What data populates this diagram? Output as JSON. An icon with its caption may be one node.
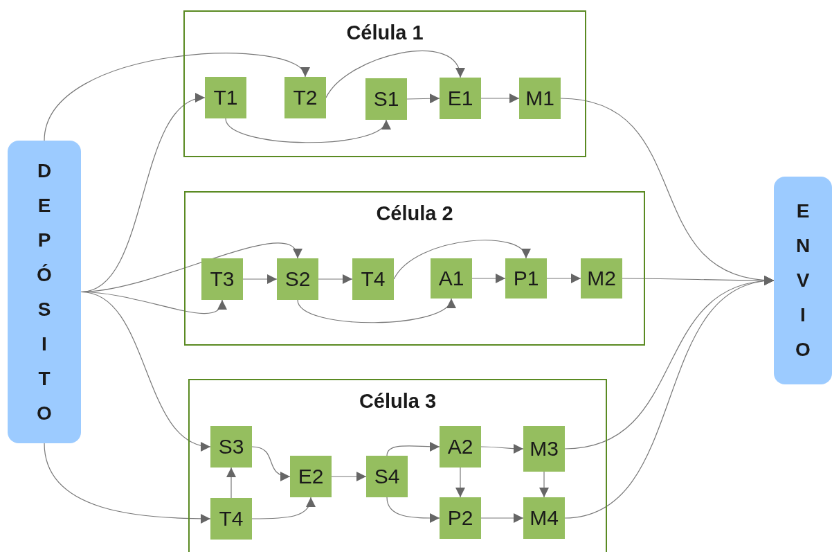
{
  "diagram": {
    "nodes": [
      {
        "text": [
          "DEPÓSITO"
        ]
      },
      {
        "text": [
          "Célula 1"
        ]
      },
      {
        "text": [
          "T1"
        ],
        "in": 1
      },
      {
        "text": [
          "T2"
        ],
        "in": 1
      },
      {
        "text": [
          "S1"
        ],
        "in": 1
      },
      {
        "text": [
          "E1"
        ],
        "in": 1
      },
      {
        "text": [
          "M1"
        ],
        "in": 1
      },
      {
        "text": [
          "Célula 2"
        ]
      },
      {
        "text": [
          "T3"
        ],
        "in": 7
      },
      {
        "text": [
          "S2"
        ],
        "in": 7
      },
      {
        "text": [
          "T4"
        ],
        "in": 7
      },
      {
        "text": [
          "A1"
        ],
        "in": 7
      },
      {
        "text": [
          "P1"
        ],
        "in": 7
      },
      {
        "text": [
          "M2"
        ],
        "in": 7
      },
      {
        "text": [
          "Célula 3"
        ]
      },
      {
        "text": [
          "S3"
        ],
        "in": 14
      },
      {
        "text": [
          "T4"
        ],
        "in": 14
      },
      {
        "text": [
          "E2"
        ],
        "in": 14
      },
      {
        "text": [
          "S4"
        ],
        "in": 14
      },
      {
        "text": [
          "A2"
        ],
        "in": 14
      },
      {
        "text": [
          "M3"
        ],
        "in": 14
      },
      {
        "text": [
          "P2"
        ],
        "in": 14
      },
      {
        "text": [
          "M4"
        ],
        "in": 14
      },
      {
        "text": [
          "ENVIO"
        ]
      }
    ],
    "edges": [
      {
        "from": 0,
        "to": 3,
        "arrow": "to"
      },
      {
        "from": 0,
        "to": 2,
        "arrow": "to"
      },
      {
        "from": 0,
        "to": 9,
        "arrow": "to"
      },
      {
        "from": 0,
        "to": 8,
        "arrow": "to"
      },
      {
        "from": 0,
        "to": 15,
        "arrow": "to"
      },
      {
        "from": 0,
        "to": 16,
        "arrow": "to"
      },
      {
        "from": 2,
        "to": 4,
        "arrow": "to"
      },
      {
        "from": 3,
        "to": 5,
        "arrow": "to"
      },
      {
        "from": 4,
        "to": 5,
        "arrow": "to"
      },
      {
        "from": 5,
        "to": 6,
        "arrow": "to"
      },
      {
        "from": 6,
        "to": 23,
        "arrow": "to"
      },
      {
        "from": 8,
        "to": 9,
        "arrow": "to"
      },
      {
        "from": 9,
        "to": 10,
        "arrow": "to"
      },
      {
        "from": 9,
        "to": 11,
        "arrow": "to"
      },
      {
        "from": 10,
        "to": 12,
        "arrow": "to"
      },
      {
        "from": 11,
        "to": 12,
        "arrow": "to"
      },
      {
        "from": 12,
        "to": 13,
        "arrow": "to"
      },
      {
        "from": 13,
        "to": 23,
        "arrow": "to"
      },
      {
        "from": 16,
        "to": 15,
        "arrow": "to"
      },
      {
        "from": 15,
        "to": 17,
        "arrow": "to"
      },
      {
        "from": 16,
        "to": 17,
        "arrow": "to"
      },
      {
        "from": 17,
        "to": 18,
        "arrow": "to"
      },
      {
        "from": 18,
        "to": 19,
        "arrow": "to"
      },
      {
        "from": 18,
        "to": 21,
        "arrow": "to"
      },
      {
        "from": 19,
        "to": 20,
        "arrow": "to"
      },
      {
        "from": 19,
        "to": 21,
        "arrow": "to"
      },
      {
        "from": 20,
        "to": 22,
        "arrow": "to"
      },
      {
        "from": 21,
        "to": 22,
        "arrow": "to"
      },
      {
        "from": 20,
        "to": 23,
        "arrow": "to"
      },
      {
        "from": 22,
        "to": 23,
        "arrow": "to"
      }
    ]
  }
}
